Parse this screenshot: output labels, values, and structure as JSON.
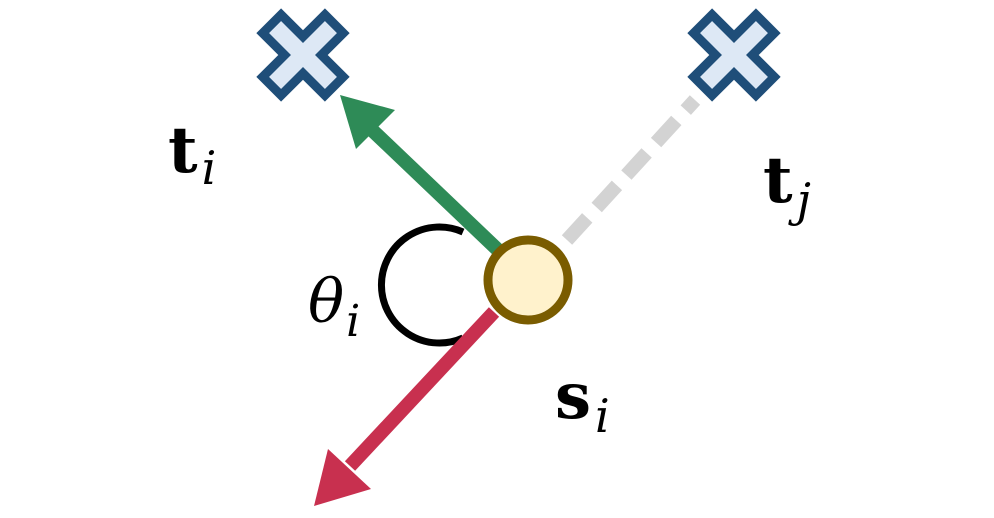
{
  "labels": {
    "t_i": {
      "main": "t",
      "sub": "i"
    },
    "t_j": {
      "main": "t",
      "sub": "j"
    },
    "theta_i": {
      "main": "θ",
      "sub": "i"
    },
    "s_i": {
      "main": "s",
      "sub": "i"
    }
  },
  "colors": {
    "target_fill": "#dde8f5",
    "target_stroke": "#1f4e79",
    "green_arrow": "#2e8b57",
    "red_arrow": "#c8304f",
    "dashed_line": "#d3d3d3",
    "source_fill": "#fff2cc",
    "source_stroke": "#7a5c00",
    "angle_arc": "#000000"
  },
  "icons": {
    "target_i": "cross-marker-icon",
    "target_j": "cross-marker-icon",
    "source": "circle-node-icon"
  }
}
